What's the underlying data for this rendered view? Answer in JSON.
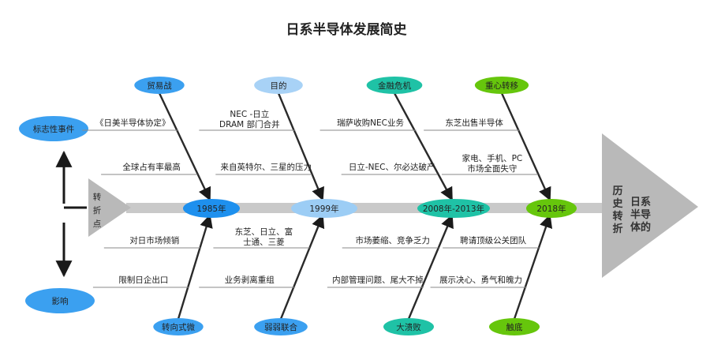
{
  "title": "日系半导体发展简史",
  "tail_label": [
    "转",
    "折",
    "点"
  ],
  "legend": {
    "top": "标志性事件",
    "bottom": "影响"
  },
  "head_label": {
    "col1": [
      "历",
      "史",
      "转",
      "折"
    ],
    "col2": [
      "日系",
      "半导",
      "体的"
    ]
  },
  "milestones": [
    {
      "year": "1985年",
      "color": "#1e90ee",
      "top_category": "贸易战",
      "top_color": "#3ba0f0",
      "bottom_category": "转向式微",
      "bottom_color": "#3ba0f0",
      "top_causes": [
        [
          "《日美半导体协定》"
        ],
        [
          "全球占有率最高"
        ]
      ],
      "bottom_causes": [
        [
          "对日市场倾销"
        ],
        [
          "限制日企出口"
        ]
      ]
    },
    {
      "year": "1999年",
      "color": "#9ccdf5",
      "top_category": "目的",
      "top_color": "#a8d2f6",
      "bottom_category": "弱弱联合",
      "bottom_color": "#3ba0f0",
      "top_causes": [
        [
          "NEC -日立",
          "DRAM 部门合并"
        ],
        [
          "来自英特尔、三星的压力"
        ]
      ],
      "bottom_causes": [
        [
          "东芝、日立、富",
          "士通、三菱"
        ],
        [
          "业务剥离重组"
        ]
      ]
    },
    {
      "year": "2008年-2013年",
      "color": "#1fc2a6",
      "top_category": "金融危机",
      "top_color": "#1fc2a6",
      "bottom_category": "大溃败",
      "bottom_color": "#1fc2a6",
      "top_causes": [
        [
          "瑞萨收购NEC业务"
        ],
        [
          "日立-NEC、尔必达破产"
        ]
      ],
      "bottom_causes": [
        [
          "市场萎缩、竞争乏力"
        ],
        [
          "内部管理问题、尾大不掉"
        ]
      ]
    },
    {
      "year": "2018年",
      "color": "#66c60c",
      "top_category": "重心转移",
      "top_color": "#66c60c",
      "bottom_category": "触底",
      "bottom_color": "#66c60c",
      "top_causes": [
        [
          "东芝出售半导体"
        ],
        [
          "家电、手机、PC",
          "市场全面失守"
        ]
      ],
      "bottom_causes": [
        [
          "聘请顶级公关团队"
        ],
        [
          "展示决心、勇气和魄力"
        ]
      ]
    }
  ]
}
